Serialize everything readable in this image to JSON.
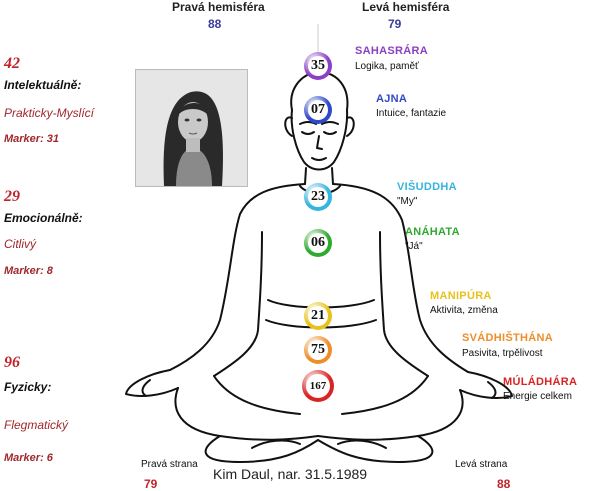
{
  "hemispheres": {
    "right": {
      "label": "Pravá hemisféra",
      "value": "88"
    },
    "left": {
      "label": "Levá hemisféra",
      "value": "79"
    }
  },
  "rhythms": [
    {
      "number": "42",
      "category": "Intelektuálně:",
      "type": "Prakticky-Myslící",
      "marker": "Marker: 31"
    },
    {
      "number": "29",
      "category": "Emocionálně:",
      "type": "Citlivý",
      "marker": "Marker: 8"
    },
    {
      "number": "96",
      "category": "Fyzicky:",
      "type": "Flegmatický",
      "marker": "Marker: 6"
    }
  ],
  "chakras": [
    {
      "value": "35",
      "name": "SAHASRÁRA",
      "desc": "Logika, paměť",
      "color": "#8a3fc4"
    },
    {
      "value": "07",
      "name": "AJNA",
      "desc": "Intuice, fantazie",
      "color": "#2f49c9"
    },
    {
      "value": "23",
      "name": "VIŠUDDHA",
      "desc": "\"My\"",
      "color": "#35b4de"
    },
    {
      "value": "06",
      "name": "ANÁHATA",
      "desc": "\"Já\"",
      "color": "#2fa92f"
    },
    {
      "value": "21",
      "name": "MANIPÚRA",
      "desc": "Aktivita, změna",
      "color": "#e8c21c"
    },
    {
      "value": "75",
      "name": "SVÁDHIŠTHÁNA",
      "desc": "Pasivita, trpělivost",
      "color": "#ee8e2a"
    },
    {
      "value": "167",
      "name": "MÚLÁDHÁRA",
      "desc": "Energie celkem",
      "color": "#d92424"
    }
  ],
  "sides": {
    "right": {
      "label": "Pravá strana",
      "value": "79"
    },
    "left": {
      "label": "Levá strana",
      "value": "88"
    }
  },
  "caption": "Kim Daul, nar. 31.5.1989"
}
